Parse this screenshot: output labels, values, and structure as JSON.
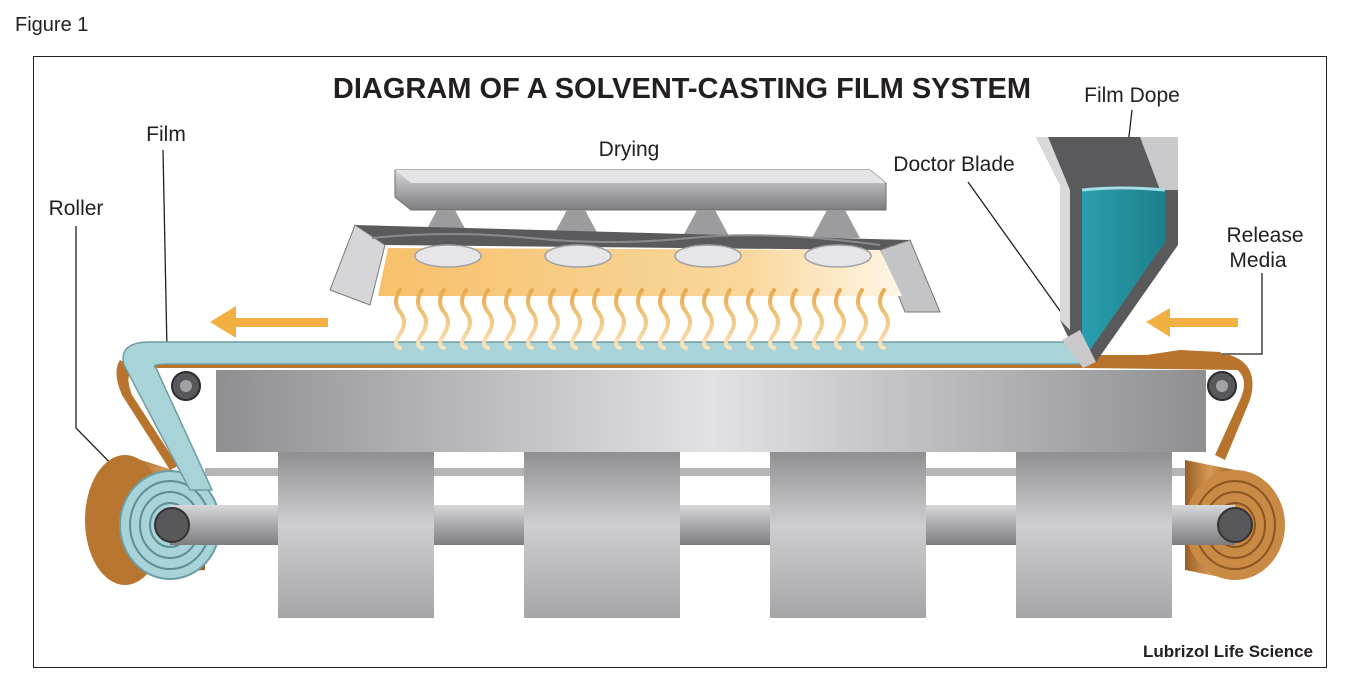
{
  "figure_label": "Figure 1",
  "title": "DIAGRAM OF A SOLVENT-CASTING FILM SYSTEM",
  "labels": {
    "film": "Film",
    "roller": "Roller",
    "drying": "Drying",
    "doctor_blade": "Doctor Blade",
    "film_dope": "Film Dope",
    "release_media_line1": "Release",
    "release_media_line2": "Media"
  },
  "credit": "Lubrizol Life Science",
  "colors": {
    "film": "#a8d3d8",
    "release_media": "#b8732c",
    "dope": "#2a9fae",
    "arrow": "#f2b042",
    "steel": "#a3a3a5",
    "heat": "#f7c574"
  }
}
